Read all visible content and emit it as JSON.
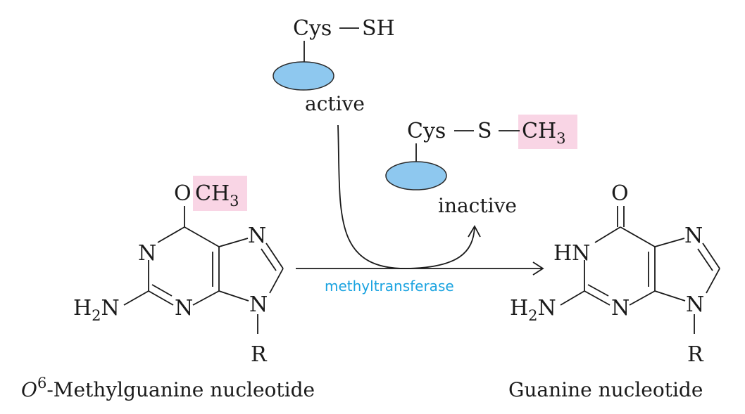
{
  "colors": {
    "highlight": "#f9d5e5",
    "enzyme_fill": "#8ec8ef",
    "enzyme_stroke": "#2a2a2a",
    "enzyme_text": "#1aa3e0",
    "ink": "#1a1a1a"
  },
  "active_enzyme": {
    "cys": "Cys",
    "sh": "SH",
    "state": "active"
  },
  "inactive_enzyme": {
    "cys": "Cys",
    "s": "S",
    "ch": "CH",
    "ch_sub": "3",
    "state": "inactive"
  },
  "reactant": {
    "o": "O",
    "ch": "CH",
    "ch_sub": "3",
    "n1": "N",
    "n3": "N",
    "n7": "N",
    "n9": "N",
    "amine_h": "H",
    "amine_sub": "2",
    "amine_n": "N",
    "r": "R",
    "name_italic": "O",
    "name_sup": "6",
    "name_rest": "-Methylguanine nucleotide"
  },
  "product": {
    "o": "O",
    "hn": "HN",
    "n3": "N",
    "n7": "N",
    "n9": "N",
    "amine_h": "H",
    "amine_sub": "2",
    "amine_n": "N",
    "r": "R",
    "name": "Guanine nucleotide"
  },
  "enzyme_label": "methyltransferase"
}
